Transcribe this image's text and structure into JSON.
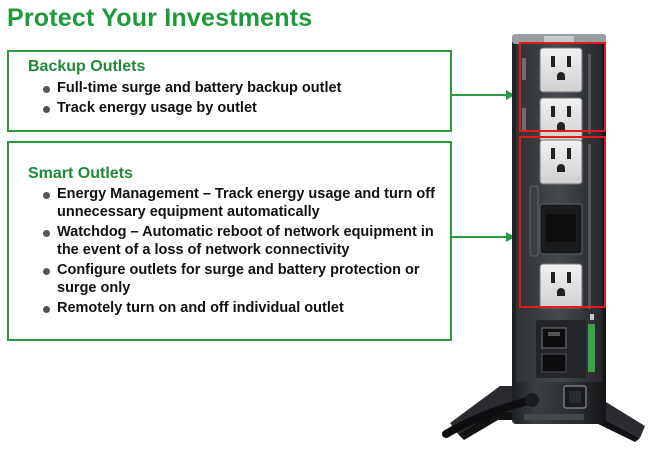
{
  "title": "Protect Your Investments",
  "colors": {
    "title_green": "#1e9a3c",
    "border_green": "#2a9b3f",
    "highlight_red": "#e11a1a",
    "device_body": "#2b2d30"
  },
  "backup": {
    "heading": "Backup Outlets",
    "items": [
      "Full-time surge and battery backup outlet",
      "Track energy usage by outlet"
    ]
  },
  "smart": {
    "heading": "Smart Outlets",
    "items": [
      "Energy Management – Track energy usage and turn off unnecessary equipment automatically",
      "Watchdog – Automatic reboot of network equipment in the event of a loss of network connectivity",
      "Configure outlets for surge and battery protection or surge only",
      "Remotely turn on and off individual outlet"
    ]
  },
  "device": {
    "icons": [
      "power-strip-tower",
      "outlet-icon",
      "network-port-icon",
      "power-button-icon",
      "power-cord-icon"
    ]
  }
}
